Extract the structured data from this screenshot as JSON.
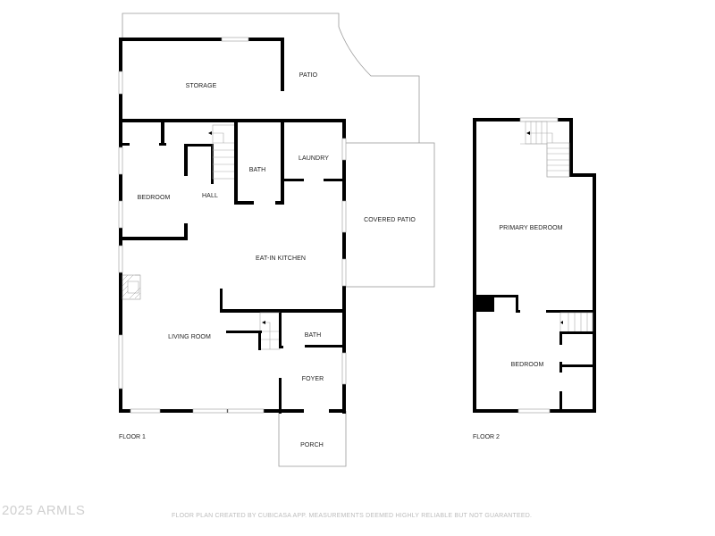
{
  "floor1": {
    "label": "FLOOR 1",
    "rooms": {
      "storage": "STORAGE",
      "patio": "PATIO",
      "bedroom": "BEDROOM",
      "hall": "HALL",
      "bath_upper": "BATH",
      "laundry": "LAUNDRY",
      "covered_patio": "COVERED PATIO",
      "eat_in_kitchen": "EAT-IN KITCHEN",
      "living_room": "LIVING ROOM",
      "bath_lower": "BATH",
      "foyer": "FOYER",
      "porch": "PORCH"
    }
  },
  "floor2": {
    "label": "FLOOR 2",
    "rooms": {
      "primary_bedroom": "PRIMARY BEDROOM",
      "bedroom": "BEDROOM"
    }
  },
  "footer": {
    "copyright": "2025 ARMLS",
    "disclaimer": "FLOOR PLAN CREATED BY CUBICASA APP. MEASUREMENTS DEEMED HIGHLY RELIABLE BUT NOT GUARANTEED."
  }
}
